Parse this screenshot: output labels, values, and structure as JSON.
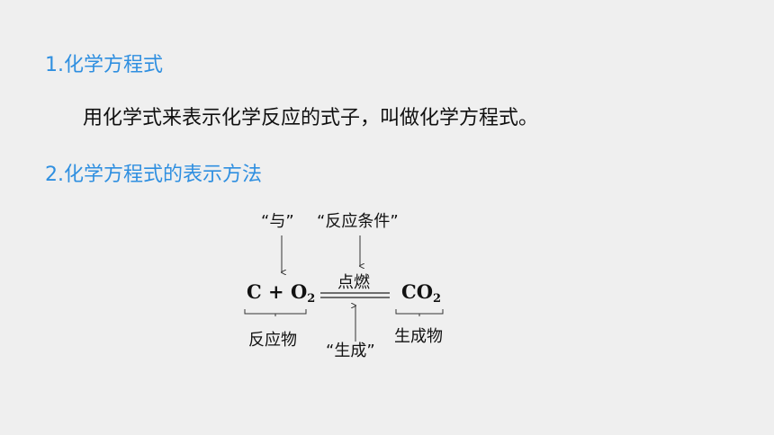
{
  "sections": [
    {
      "heading": "1.化学方程式",
      "text": "用化学式来表示化学反应的式子，叫做化学方程式。"
    },
    {
      "heading": "2.化学方程式的表示方法"
    }
  ],
  "diagram": {
    "quote_and": "“与”",
    "quote_condition": "“反应条件”",
    "quote_forms": "“生成”",
    "condition": "点燃",
    "reactants": {
      "c": "C",
      "plus": " + ",
      "o": "O",
      "o_sub": "2"
    },
    "product": {
      "c": "CO",
      "sub": "2"
    },
    "label_reactants": "反应物",
    "label_products": "生成物"
  },
  "colors": {
    "heading": "#2f8fe0",
    "text": "#111111",
    "background": "#efefef"
  }
}
